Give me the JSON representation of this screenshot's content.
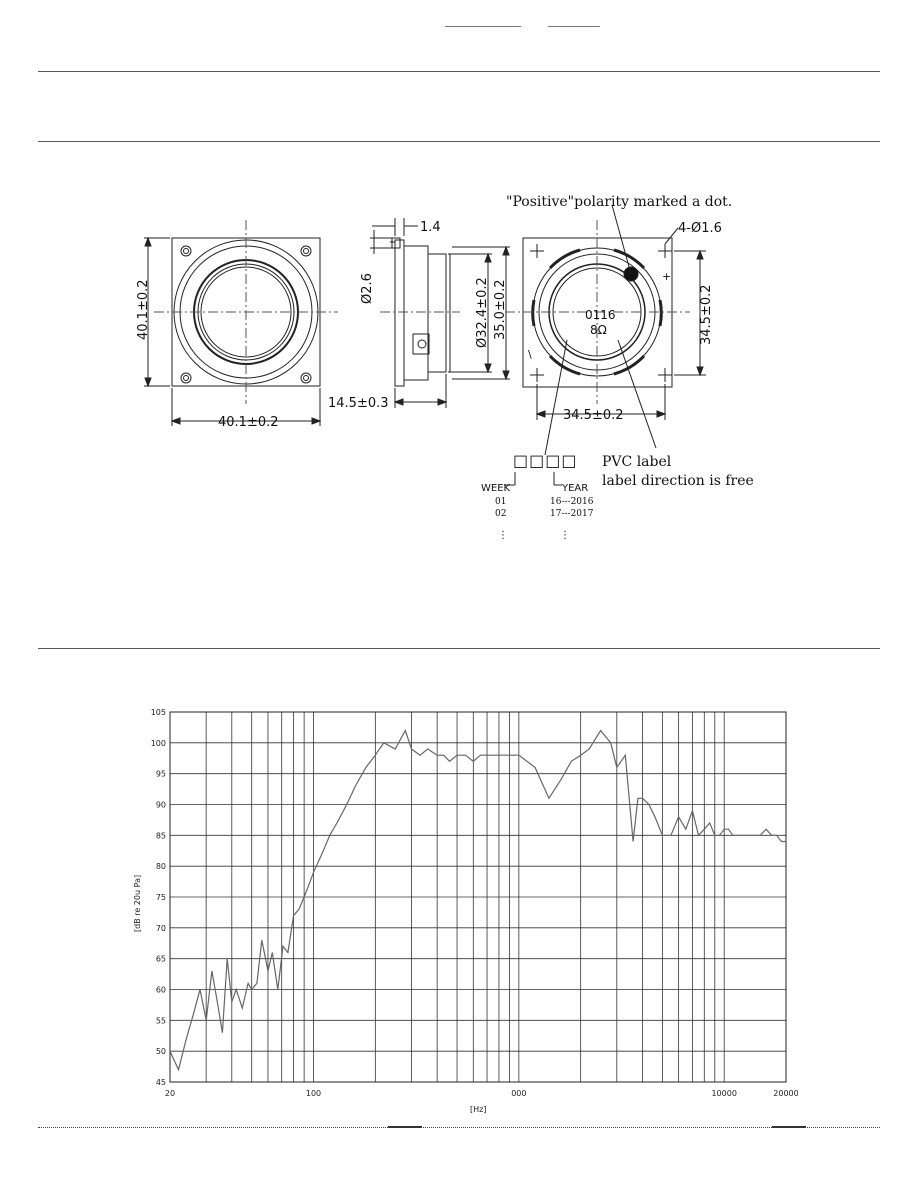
{
  "drawing": {
    "note_polarity": "\"Positive\"polarity marked a dot.",
    "dim_hole": "4-Ø1.6",
    "dim_thickness": "1.4",
    "dim_terminal": "Ø2.6",
    "front_height": "40.1±0.2",
    "front_width": "40.1±0.2",
    "side_d1": "Ø32.4±0.2",
    "side_d2": "35.0±0.2",
    "side_depth": "14.5±0.3",
    "back_height": "34.5±0.2",
    "back_width": "34.5±0.2",
    "label_code": "0116",
    "label_ohm": "8Ω",
    "plus_mark": "+",
    "minus_mark": "\\",
    "date_boxes": "□□□□",
    "week_title": "WEEK",
    "year_title": "YEAR",
    "week_01": "01",
    "week_02": "02",
    "year_16": "16---2016",
    "year_17": "17---2017",
    "ellipsis": "⋮",
    "pvc_label": "PVC label",
    "direction_note": "label direction is free"
  },
  "chart_data": {
    "type": "line",
    "xscale": "log",
    "xlim": [
      20,
      20000
    ],
    "ylim": [
      45,
      105
    ],
    "ylabel": "[dB re 20u Pa]",
    "xlabel": "[Hz]",
    "x_ticks": [
      "20",
      "100",
      "000",
      "10000",
      "20000"
    ],
    "x_tick_values": [
      20,
      100,
      1000,
      10000,
      20000
    ],
    "y_ticks": [
      "105",
      "100",
      "95",
      "90",
      "85",
      "80",
      "75",
      "70",
      "65",
      "60",
      "55",
      "50",
      "45"
    ],
    "grid": true,
    "series": [
      {
        "x": [
          20,
          22,
          24,
          26,
          28,
          30,
          32,
          34,
          36,
          38,
          40,
          42,
          45,
          48,
          50,
          53,
          56,
          60,
          63,
          67,
          71,
          75,
          80,
          85,
          90,
          95,
          100,
          110,
          120,
          130,
          140,
          150,
          160,
          180,
          200,
          220,
          250,
          280,
          300,
          330,
          360,
          400,
          430,
          460,
          500,
          550,
          600,
          650,
          700,
          800,
          900,
          1000,
          1200,
          1400,
          1600,
          1800,
          2000,
          2200,
          2500,
          2800,
          3000,
          3300,
          3600,
          3800,
          4000,
          4300,
          4600,
          5000,
          5500,
          6000,
          6500,
          7000,
          7500,
          8000,
          8500,
          9000,
          9500,
          10000,
          10500,
          11000,
          12000,
          13000,
          14000,
          15000,
          16000,
          17000,
          18000,
          19000,
          20000
        ],
        "y": [
          50,
          47,
          52,
          56,
          60,
          55,
          63,
          58,
          53,
          65,
          58,
          60,
          57,
          61,
          60,
          61,
          68,
          63,
          66,
          60,
          67,
          66,
          72,
          73,
          75,
          77,
          79,
          82,
          85,
          87,
          89,
          91,
          93,
          96,
          98,
          100,
          99,
          102,
          99,
          98,
          99,
          98,
          98,
          97,
          98,
          98,
          97,
          98,
          98,
          98,
          98,
          98,
          96,
          91,
          94,
          97,
          98,
          99,
          102,
          100,
          96,
          98,
          84,
          91,
          91,
          90,
          88,
          85,
          85,
          88,
          86,
          89,
          85,
          86,
          87,
          85,
          85,
          86,
          86,
          85,
          85,
          85,
          85,
          85,
          86,
          85,
          85,
          84,
          84
        ]
      }
    ]
  }
}
